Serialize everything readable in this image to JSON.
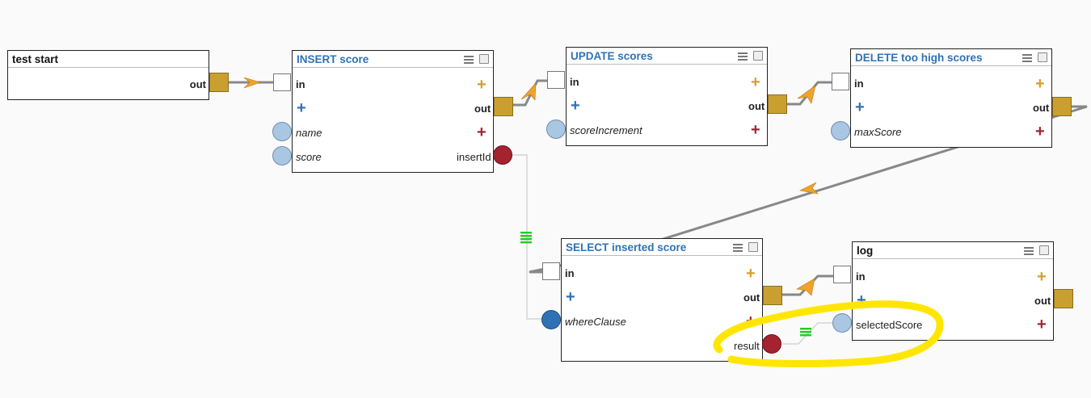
{
  "nodes": {
    "test_start": {
      "title": "test start",
      "out": "out"
    },
    "insert": {
      "title": "INSERT score",
      "in": "in",
      "out": "out",
      "params": [
        "name",
        "score"
      ],
      "result": "insertId"
    },
    "update": {
      "title": "UPDATE scores",
      "in": "in",
      "out": "out",
      "params": [
        "scoreIncrement"
      ]
    },
    "delete": {
      "title": "DELETE too high scores",
      "in": "in",
      "out": "out",
      "params": [
        "maxScore"
      ]
    },
    "select": {
      "title": "SELECT inserted score",
      "in": "in",
      "out": "out",
      "params": [
        "whereClause"
      ],
      "result": "result"
    },
    "log": {
      "title": "log",
      "in": "in",
      "out": "out",
      "params": [
        "selectedScore"
      ]
    }
  },
  "icons": {
    "menu": "menu-icon",
    "toggle": "checkbox-icon",
    "add": "plus-icon",
    "flow": "arrow-icon",
    "data": "stack-icon"
  },
  "colors": {
    "title": "#2f72b4",
    "flow_port": "#c9a030",
    "param_port": "#a9c6e2",
    "result_port": "#a3232f",
    "highlight": "#ffe600",
    "data_marker": "#22cc22"
  }
}
